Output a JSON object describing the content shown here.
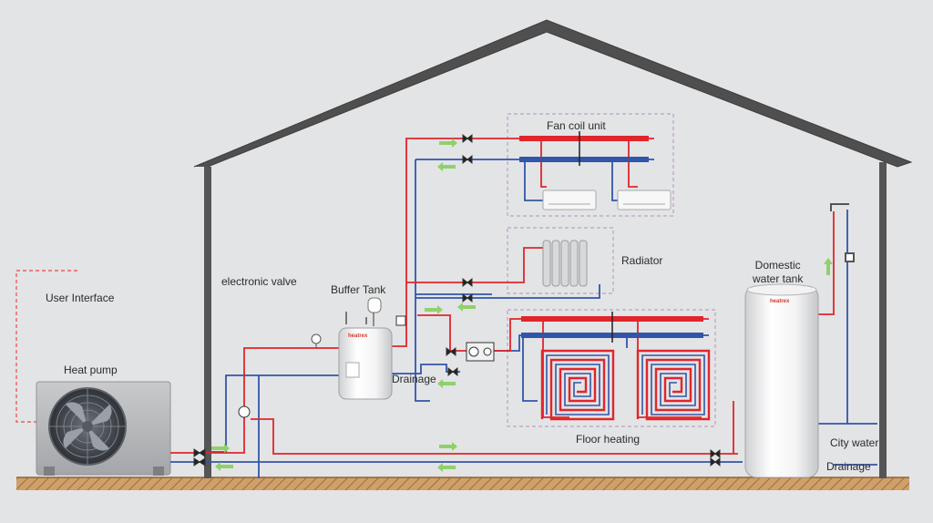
{
  "labels": {
    "fan_coil_unit": "Fan coil unit",
    "radiator": "Radiator",
    "electronic_valve": "electronic valve",
    "buffer_tank": "Buffer Tank",
    "user_interface": "User Interface",
    "heat_pump": "Heat pump",
    "drainage_buffer": "Drainage",
    "floor_heating": "Floor heating",
    "domestic_water_tank": "Domestic\nwater tank",
    "city_water": "City water",
    "drainage_tank": "Drainage"
  },
  "brand": {
    "buffer_tank_logo": "heatrex",
    "domestic_tank_logo": "heatrex"
  },
  "colors": {
    "background": "#e3e4e6",
    "hot_pipe": "#e0262b",
    "cold_pipe": "#3355a8",
    "flow_arrow": "#8fd16a",
    "house_outline": "#4a4a4a",
    "ground": "#b98a55",
    "dashed_box": "#b9a2c3",
    "ui_cable": "#e36060"
  }
}
